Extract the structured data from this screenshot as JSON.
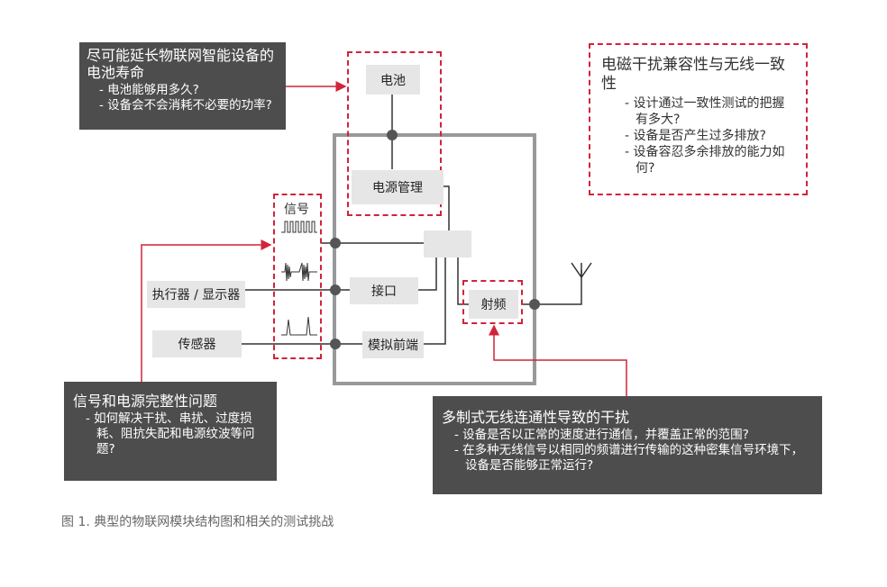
{
  "callouts": {
    "battery_life": {
      "title": "尽可能延长物联网智能设备的电池寿命",
      "bullets": [
        "电池能够用多久?",
        "设备会不会消耗不必要的功率?"
      ]
    },
    "emc": {
      "title": "电磁干扰兼容性与无线一致性",
      "bullets": [
        "设计通过一致性测试的把握有多大?",
        "设备是否产生过多排放?",
        "设备容忍多余排放的能力如何?"
      ]
    },
    "signal_power": {
      "title": "信号和电源完整性问题",
      "bullets": [
        "如何解决干扰、串扰、过度损耗、阻抗失配和电源纹波等问题?"
      ]
    },
    "multi_wireless": {
      "title": "多制式无线连通性导致的干扰",
      "bullets": [
        "设备是否以正常的速度进行通信，并覆盖正常的范围?",
        "在多种无线信号以相同的频谱进行传输的这种密集信号环境下，设备是否能够正常运行?"
      ]
    }
  },
  "blocks": {
    "battery": "电池",
    "power_mgmt": "电源管理",
    "interface": "接口",
    "analog_frontend": "模拟前端",
    "rf": "射频",
    "actuator_display": "执行器 / 显示器",
    "sensor": "传感器",
    "signal_label": "信号"
  },
  "caption": "图 1. 典型的物联网模块结构图和相关的测试挑战",
  "colors": {
    "accent_red": "#d0243a",
    "dark_box": "#4d4d4d",
    "block_gray": "#e6e6e6",
    "frame_gray": "#999999"
  },
  "icons": {
    "antenna": "antenna-icon",
    "digital_signal": "square-wave-icon",
    "rf_signal": "rf-burst-icon",
    "pulse_signal": "pulse-icon"
  }
}
